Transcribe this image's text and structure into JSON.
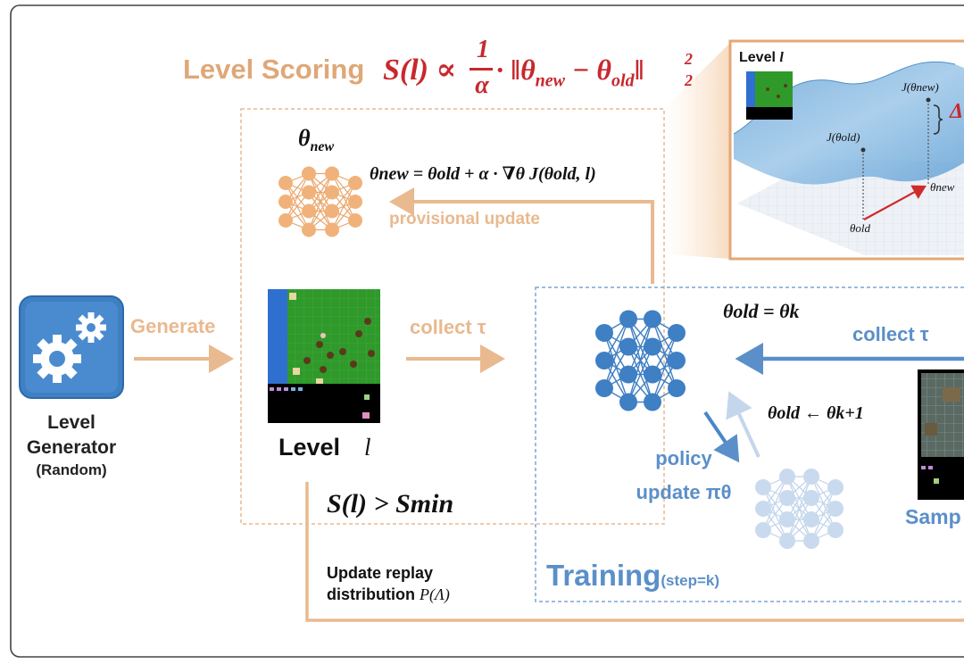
{
  "title": {
    "label": "Level Scoring",
    "formula_lhs": "S(l) ∝",
    "frac_num": "1",
    "frac_den": "α",
    "formula_rhs": "· ‖θ",
    "sub_new": "new",
    "minus": " − θ",
    "sub_old": "old",
    "norm_close": "‖",
    "sup": "2",
    "sub": "2"
  },
  "generator": {
    "title_line1": "Level",
    "title_line2": "Generator",
    "subtitle": "(Random)",
    "arrow_label": "Generate"
  },
  "scoring_box": {
    "theta_new": "θ",
    "theta_new_sub": "new",
    "update_formula": "θnew = θold + α · ∇θ J(θold, l)",
    "provisional_label": "provisional update",
    "level_label": "Level",
    "level_var": "l",
    "collect_label": "collect τ",
    "condition": "S(l) > Smin"
  },
  "training_box": {
    "theta_eq": "θold = θk",
    "theta_update": "θold ← θk+1",
    "collect_label": "collect τ",
    "policy_line1": "policy",
    "policy_line2": "update  πθ",
    "title": "Training",
    "step": "(step=k)",
    "sample_label": "Samp"
  },
  "replay": {
    "line1": "Update replay",
    "line2": "distribution",
    "var": "P(Λ)"
  },
  "inset": {
    "title": "Level",
    "var": "l",
    "j_new": "J(θnew)",
    "j_old": "J(θold)",
    "theta_new": "θnew",
    "theta_old": "θold",
    "delta": "Δ"
  },
  "colors": {
    "orange": "#e9b98f",
    "blue": "#5b8fc9",
    "light_blue": "#b7cde6",
    "red": "#c8282e"
  },
  "icons": [
    "gear-icon",
    "neural-network-icon",
    "level-map-icon",
    "loss-surface-icon"
  ]
}
